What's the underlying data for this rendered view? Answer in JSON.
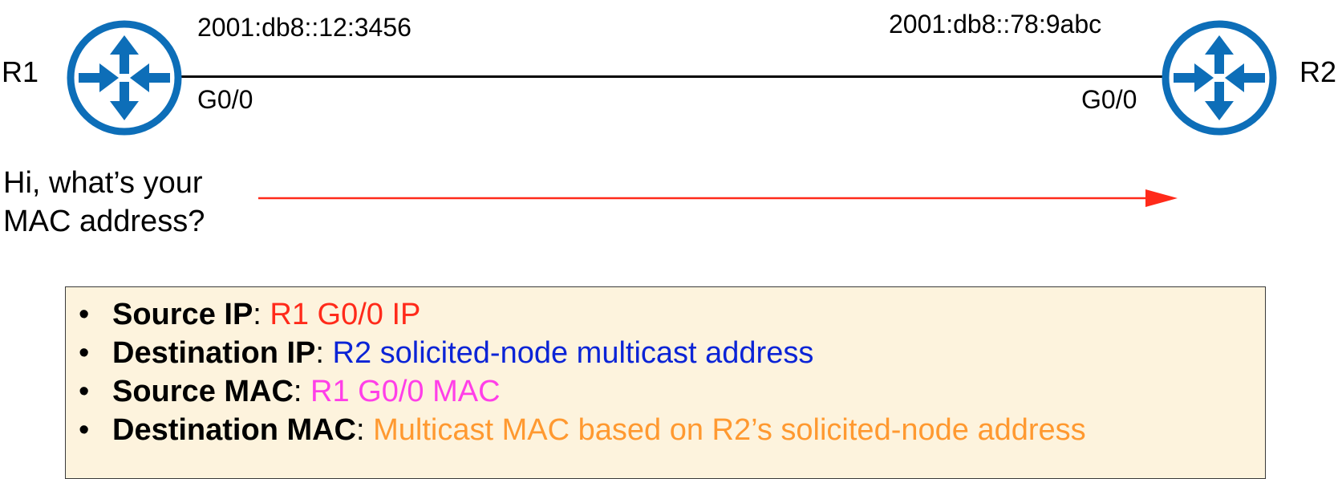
{
  "routers": {
    "r1": {
      "name": "R1",
      "address": "2001:db8::12:3456",
      "interface": "G0/0"
    },
    "r2": {
      "name": "R2",
      "address": "2001:db8::78:9abc",
      "interface": "G0/0"
    }
  },
  "message": {
    "line1": "Hi, what’s your",
    "line2": "MAC address?"
  },
  "colors": {
    "router_blue": "#0d6eb8",
    "arrow_red": "#ff2a1a",
    "box_bg": "#fdf3dd",
    "red": "#ff2a1a",
    "blue": "#0b24d6",
    "magenta": "#ff3fe8",
    "orange": "#ff9930"
  },
  "details": [
    {
      "label": "Source IP",
      "sep": ": ",
      "value": "R1 G0/0 IP",
      "color": "#ff2a1a"
    },
    {
      "label": "Destination IP",
      "sep": ": ",
      "value": "R2 solicited-node multicast address",
      "color": "#0b24d6"
    },
    {
      "label": "Source MAC",
      "sep": ": ",
      "value": "R1 G0/0 MAC",
      "color": "#ff3fe8"
    },
    {
      "label": "Destination MAC",
      "sep": ": ",
      "value": "Multicast MAC based on R2’s solicited-node address",
      "color": "#ff9930"
    }
  ],
  "bullet": "•"
}
